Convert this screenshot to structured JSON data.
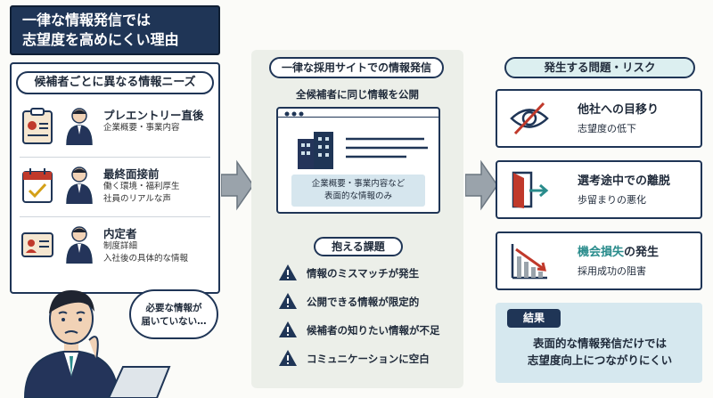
{
  "title": {
    "line1": "一律な情報発信では",
    "line2": "志望度を高めにくい理由"
  },
  "left": {
    "header": "候補者ごとに異なる情報ニーズ",
    "rows": [
      {
        "title": "プレエントリー直後",
        "desc1": "企業概要・事業内容",
        "desc2": ""
      },
      {
        "title": "最終面接前",
        "desc1": "働く環境・福利厚生",
        "desc2": "社員のリアルな声"
      },
      {
        "title": "内定者",
        "desc1": "制度詳細",
        "desc2": "入社後の具体的な情報"
      }
    ],
    "bubble": {
      "line1": "必要な情報が",
      "line2": "届いていない…"
    }
  },
  "middle": {
    "header": "一律な採用サイトでの情報発信",
    "subheader": "全候補者に同じ情報を公開",
    "caption": {
      "line1": "企業概要・事業内容など",
      "line2": "表面的な情報のみ"
    },
    "issues_header": "抱える課題",
    "issues": [
      "情報のミスマッチが発生",
      "公開できる情報が限定的",
      "候補者の知りたい情報が不足",
      "コミュニケーションに空白"
    ]
  },
  "right": {
    "header": "発生する問題・リスク",
    "cards": [
      {
        "title": "他社への目移り",
        "desc": "志望度の低下",
        "icon": "eye-off-icon"
      },
      {
        "title": "選考途中での離脱",
        "desc": "歩留まりの悪化",
        "icon": "exit-door-icon"
      },
      {
        "title_highlight": "機会損失",
        "title_rest": "の発生",
        "desc": "採用成功の阻害",
        "icon": "declining-chart-icon"
      }
    ],
    "result_header": "結果",
    "result_line1": "表面的な情報発信だけでは",
    "result_line2": "志望度向上につながりにくい"
  },
  "colors": {
    "navy": "#1f3556",
    "teal": "#2a8c8c",
    "alert_red": "#c0392b"
  }
}
